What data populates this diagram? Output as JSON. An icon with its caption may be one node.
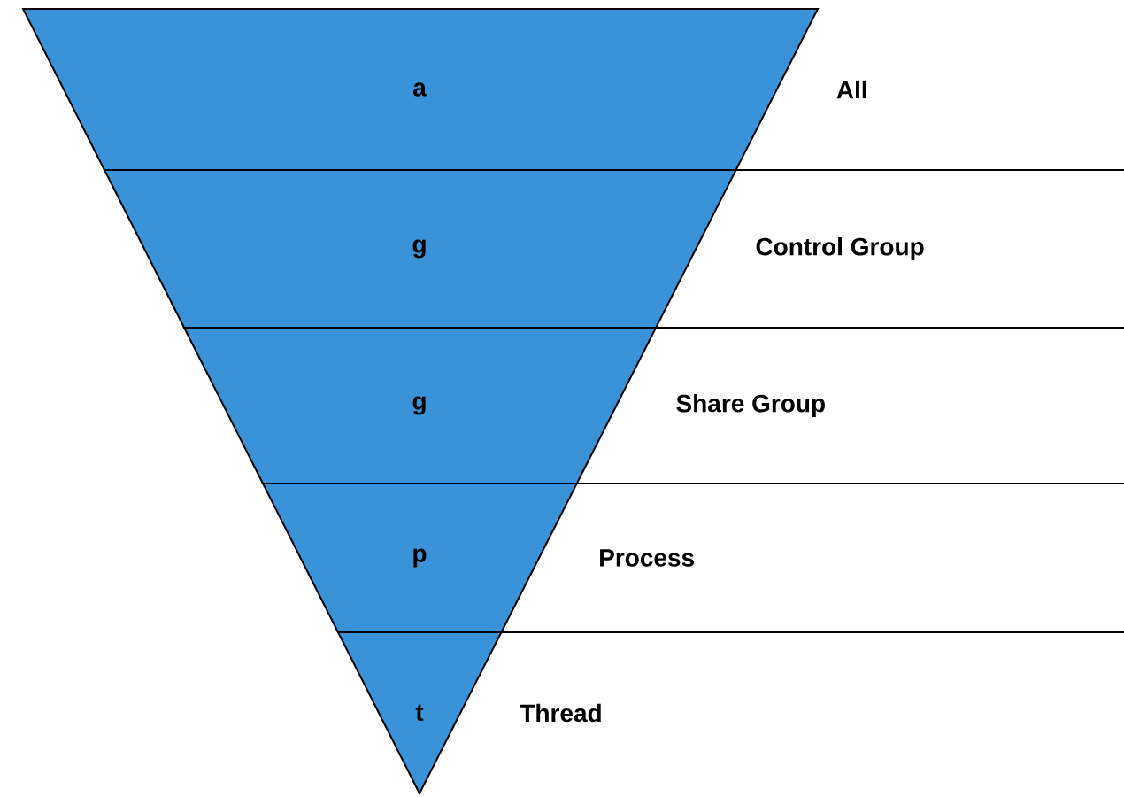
{
  "diagram": {
    "nodes": [
      {
        "text": [
          "a"
        ],
        "beside": [
          "All"
        ]
      },
      {
        "text": [
          "g"
        ],
        "beside": [
          "Control Group"
        ]
      },
      {
        "text": [
          "g"
        ],
        "beside": [
          "Share Group"
        ]
      },
      {
        "text": [
          "p"
        ],
        "beside": [
          "Process"
        ]
      },
      {
        "text": [
          "t"
        ],
        "beside": [
          "Thread"
        ]
      }
    ]
  }
}
